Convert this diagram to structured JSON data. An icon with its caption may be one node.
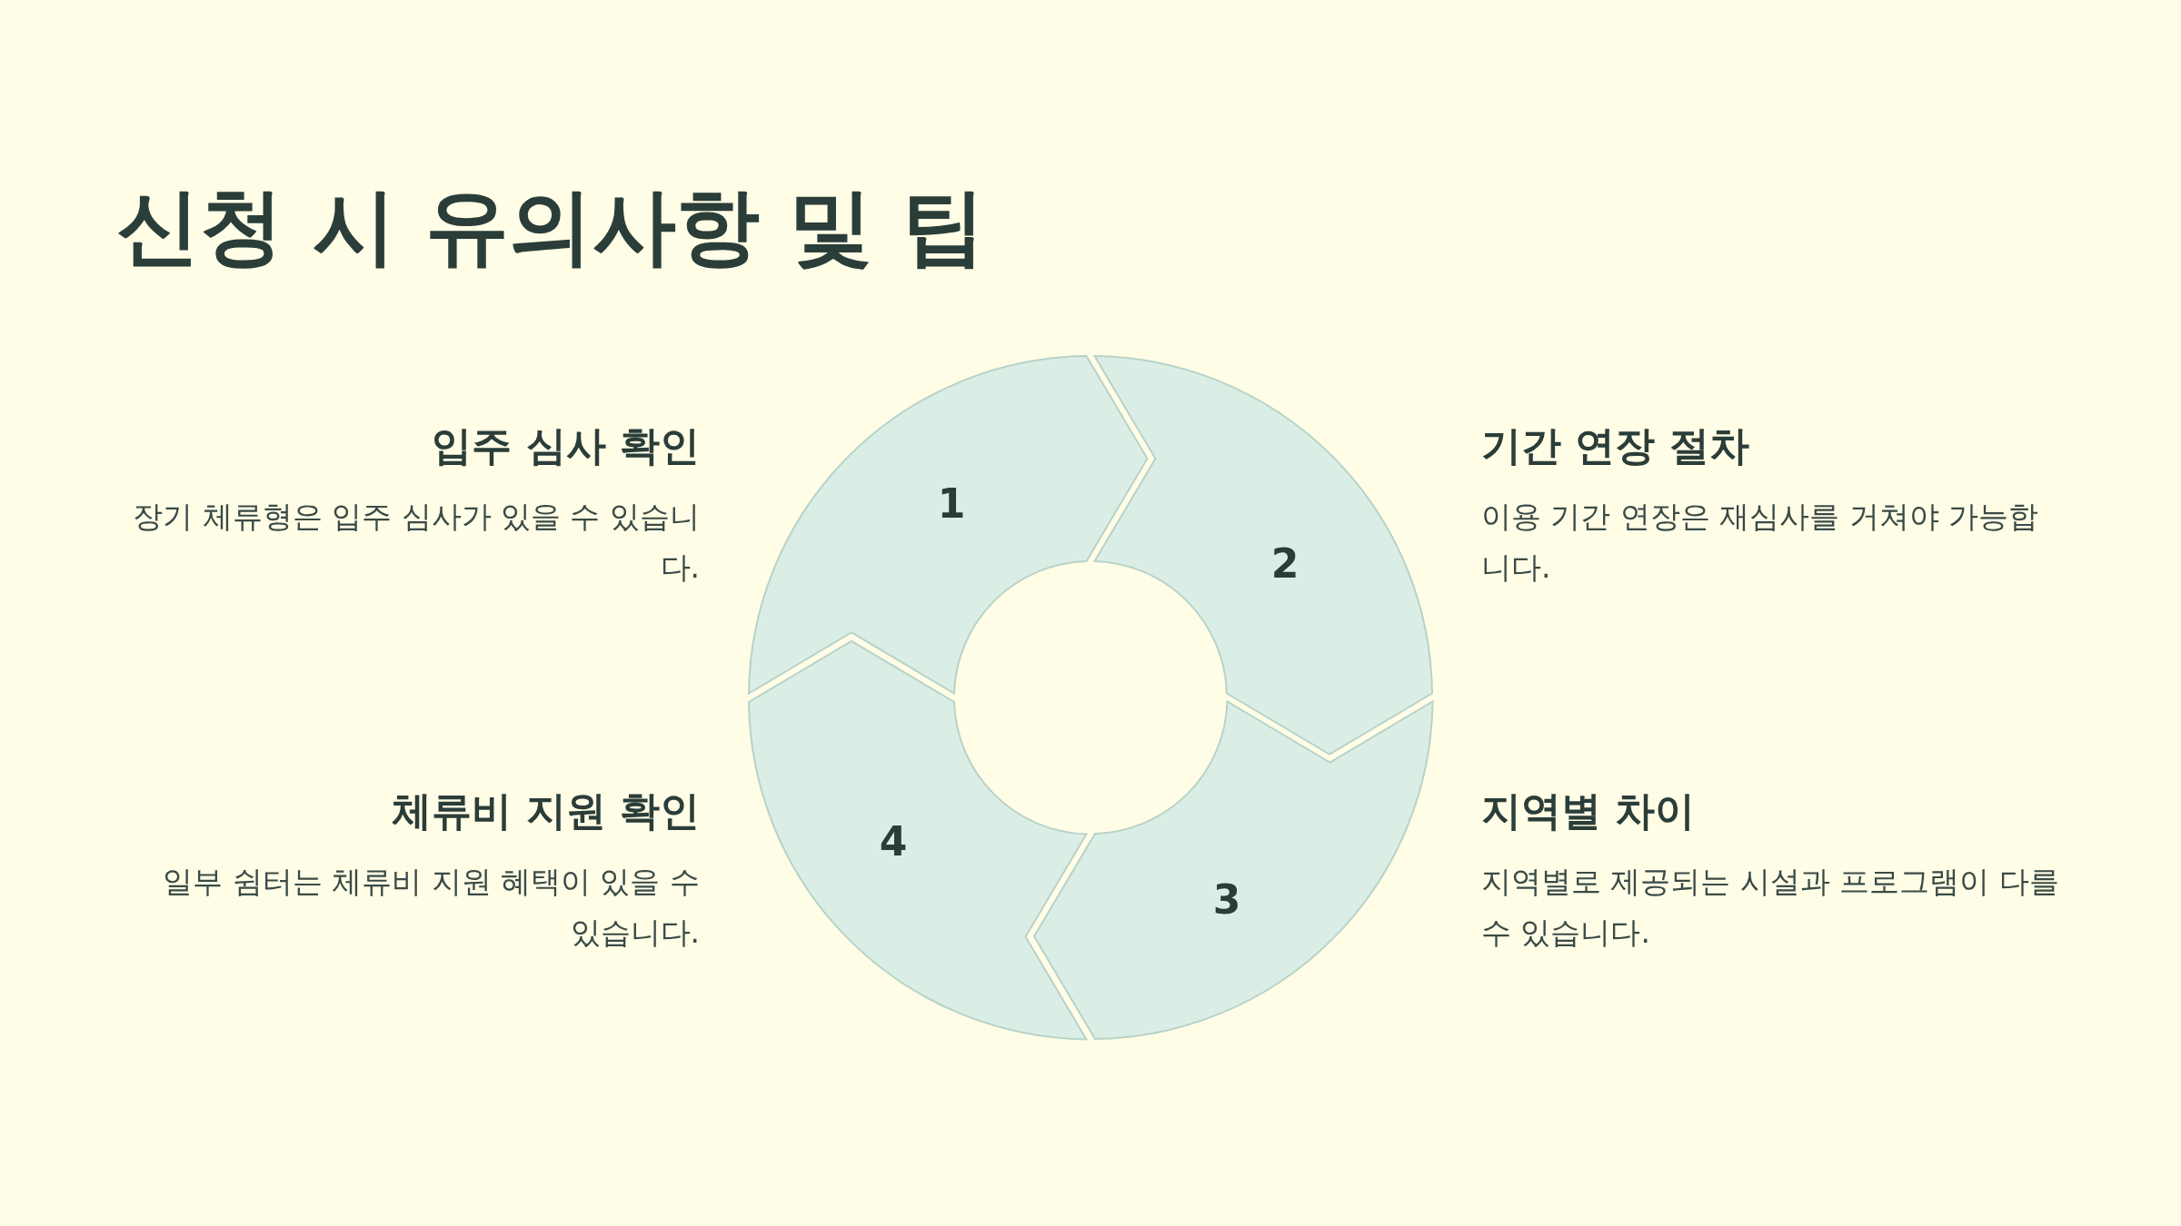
{
  "diagram": {
    "title": "신청 시 유의사항 및 팁",
    "nodes": [
      {
        "text": [
          "1"
        ],
        "beside": [
          "입주 심사 확인",
          "장기 체류형은 입주 심사가 있을 수 있습니다."
        ]
      },
      {
        "text": [
          "2"
        ],
        "beside": [
          "기간 연장 절차",
          "이용 기간 연장은 재심사를 거쳐야 가능합니다."
        ]
      },
      {
        "text": [
          "3"
        ],
        "beside": [
          "지역별 차이",
          "지역별로 제공되는 시설과 프로그램이 다를 수 있습니다."
        ]
      },
      {
        "text": [
          "4"
        ],
        "beside": [
          "체류비 지원 확인",
          "일부 쉼터는 체류비 지원 혜택이 있을 수 있습니다."
        ]
      }
    ]
  }
}
